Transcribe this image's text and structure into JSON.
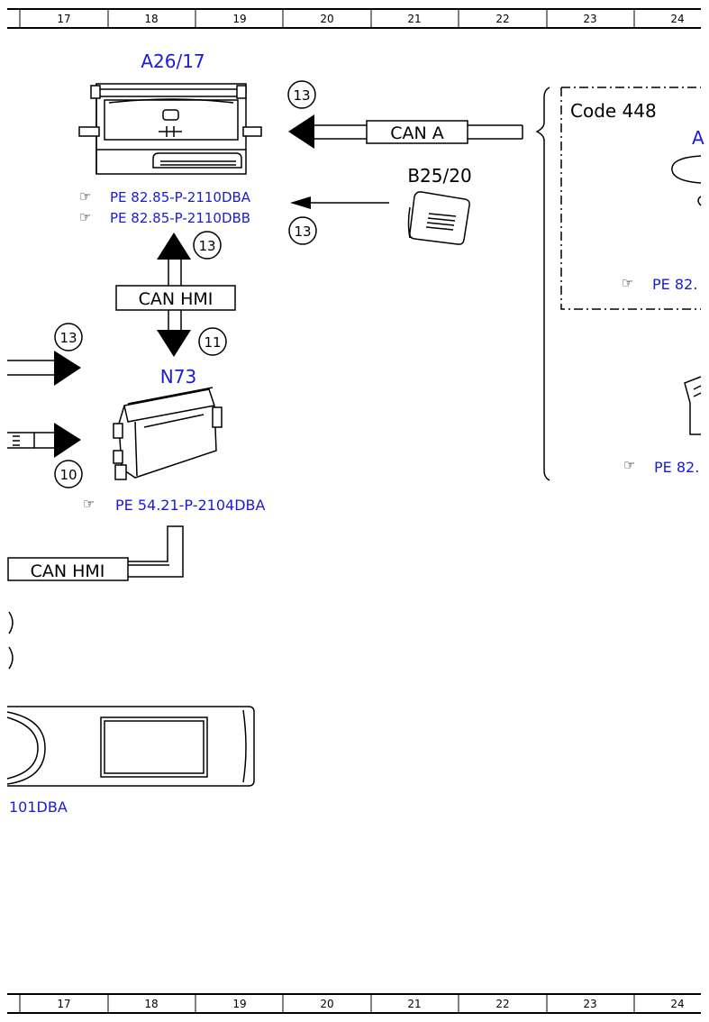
{
  "ruler": {
    "columns": [
      "17",
      "18",
      "19",
      "20",
      "21",
      "22",
      "23",
      "24"
    ]
  },
  "components": {
    "a26_17": {
      "label": "A26/17"
    },
    "b25_20": {
      "label": "B25/20"
    },
    "n73": {
      "label": "N73"
    },
    "a_partial": {
      "label": "A"
    }
  },
  "buses": {
    "can_a": "CAN A",
    "can_hmi_upper": "CAN HMI",
    "can_hmi_lower": "CAN HMI"
  },
  "code_box": {
    "label": "Code 448"
  },
  "circles": {
    "c13_top": "13",
    "c13_b25": "13",
    "c13_hmi": "13",
    "c11": "11",
    "c13_left": "13",
    "c10": "10"
  },
  "refs": {
    "r1": "PE 82.85-P-2110DBA",
    "r2": "PE 82.85-P-2110DBB",
    "r3": "PE 54.21-P-2104DBA",
    "r4": "PE 82.",
    "r5": "PE 82.",
    "r6": "101DBA"
  }
}
